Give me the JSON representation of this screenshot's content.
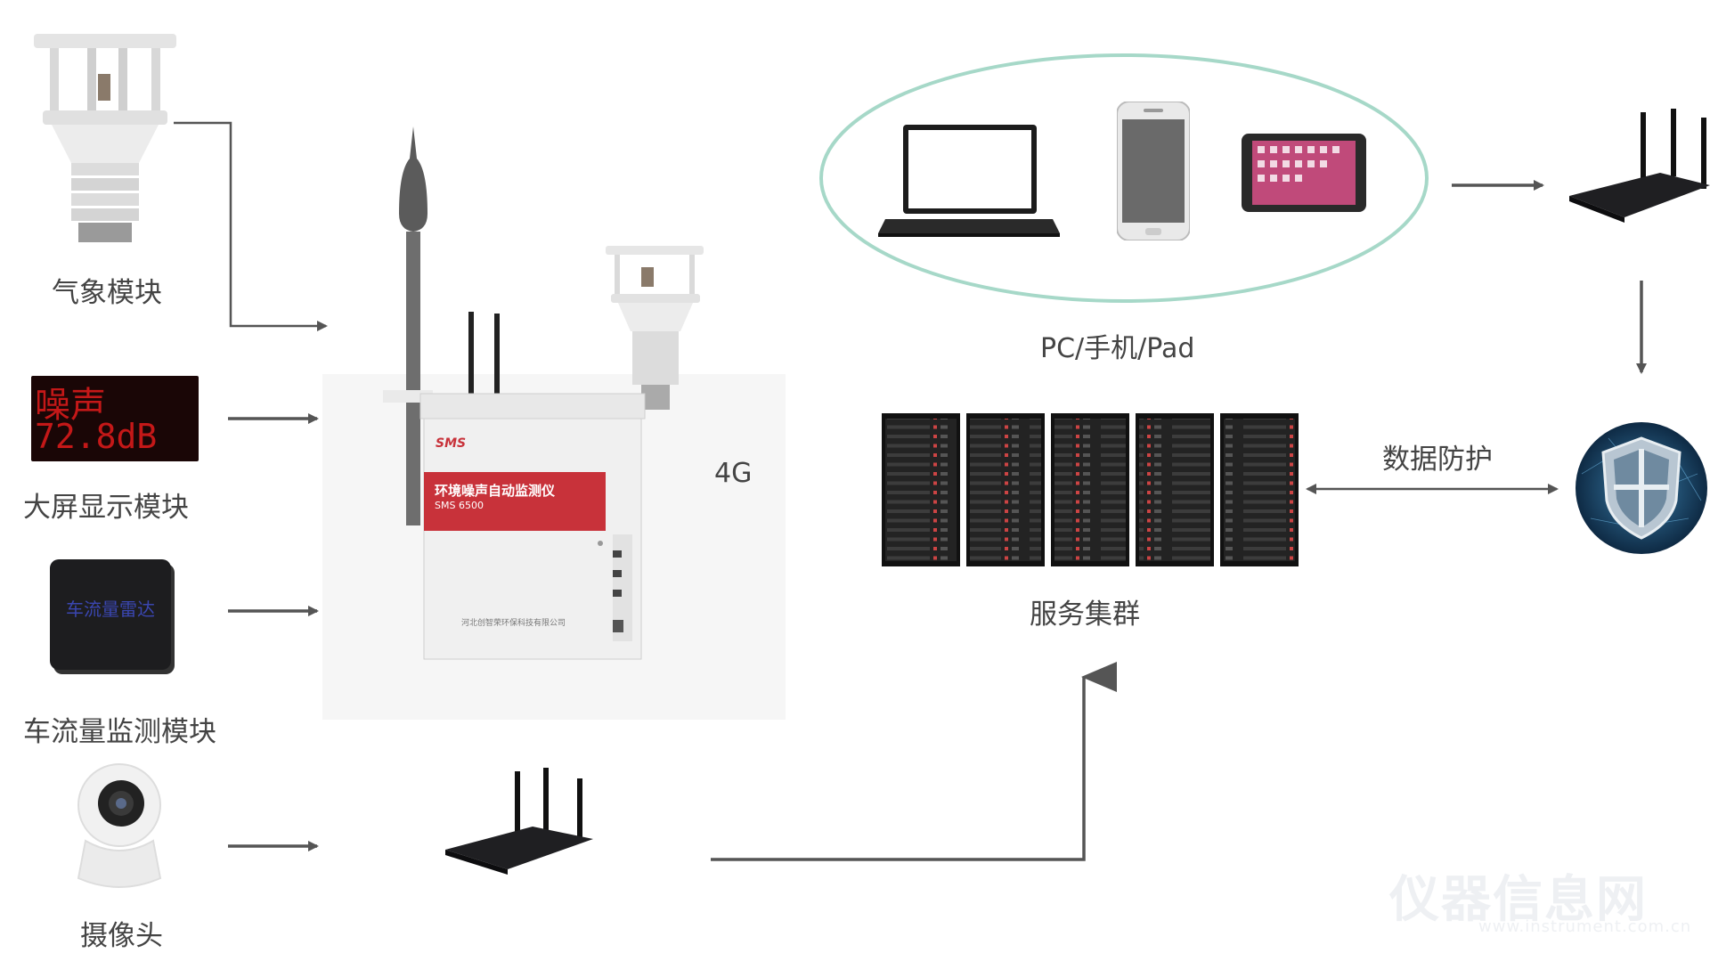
{
  "modules": {
    "weather": {
      "label": "气象模块"
    },
    "display": {
      "label": "大屏显示模块",
      "screen_line1": "噪声",
      "screen_line2": "72.8dB"
    },
    "traffic": {
      "label": "车流量监测模块",
      "device_text": "车流量雷达"
    },
    "camera": {
      "label": "摄像头"
    }
  },
  "monitor": {
    "brand": "SMS",
    "panel_title": "环境噪声自动监测仪",
    "panel_model": "SMS 6500",
    "maker_text": "河北创智荣环保科技有限公司"
  },
  "links": {
    "uplink": "4G"
  },
  "clients": {
    "label": "PC/手机/Pad"
  },
  "cluster": {
    "label": "服务集群"
  },
  "protection": {
    "label": "数据防护"
  },
  "watermark": {
    "main": "仪器信息网",
    "sub": "www.instrument.com.cn"
  },
  "colors": {
    "ellipse": "#a6d8c8",
    "arrow": "#555555",
    "panel_red": "#c8323a",
    "led_red": "#c41818"
  }
}
